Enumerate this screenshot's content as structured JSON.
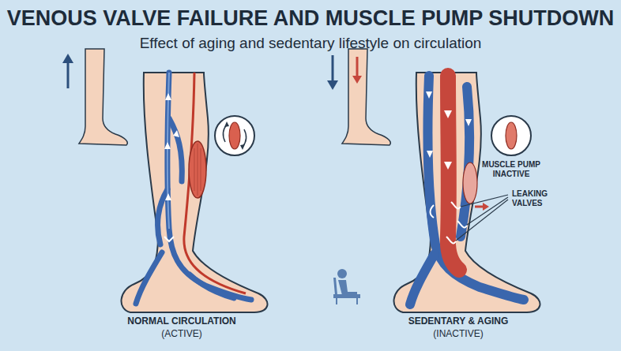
{
  "diagram": {
    "title": "VENOUS VALVE FAILURE AND MUSCLE PUMP SHUTDOWN",
    "labels": [
      "Effect of aging and sedentary lifestyle on circulation",
      "MUSCLE PUMP INACTIVE",
      "LEAKING VALVES",
      "NORMAL CIRCULATION",
      "(ACTIVE)",
      "SEDENTARY & AGING",
      "(INACTIVE)"
    ]
  }
}
